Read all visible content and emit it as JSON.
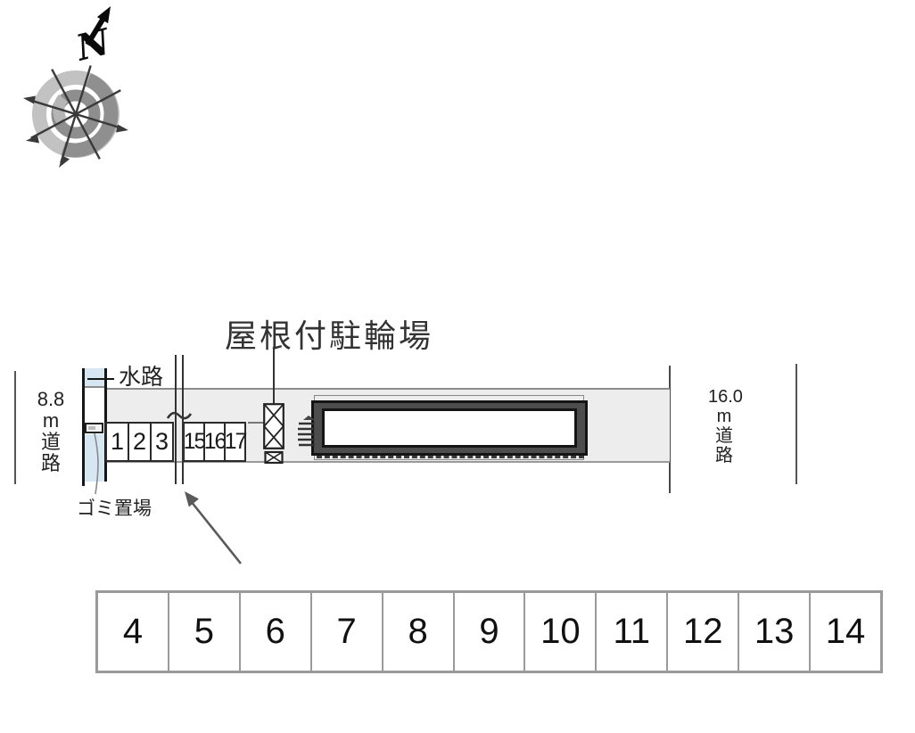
{
  "compass": {
    "icon": "compass-rose-icon",
    "north_label": "N"
  },
  "site": {
    "title": "屋根付駐輪場",
    "waterway_label": "水路",
    "garbage_label": "ゴミ置場",
    "left_road": [
      "8.8",
      "m",
      "道",
      "路"
    ],
    "right_road": [
      "16.0",
      "m",
      "道",
      "路"
    ],
    "stalls": [
      "1",
      "2",
      "3",
      "15",
      "16",
      "17"
    ],
    "icons": [
      "bicycle-parking-icon",
      "break-mark-icon",
      "stairs-icon",
      "pointer-arrow-icon",
      "garbage-box-icon"
    ]
  },
  "parking_row": [
    "4",
    "5",
    "6",
    "7",
    "8",
    "9",
    "10",
    "11",
    "12",
    "13",
    "14"
  ],
  "colors": {
    "water": "#d7e6f3",
    "site_fill": "#ededed",
    "building_band": "#4d4d4d",
    "line_gray": "#9a9a9a",
    "ink": "#1f1f1f"
  }
}
